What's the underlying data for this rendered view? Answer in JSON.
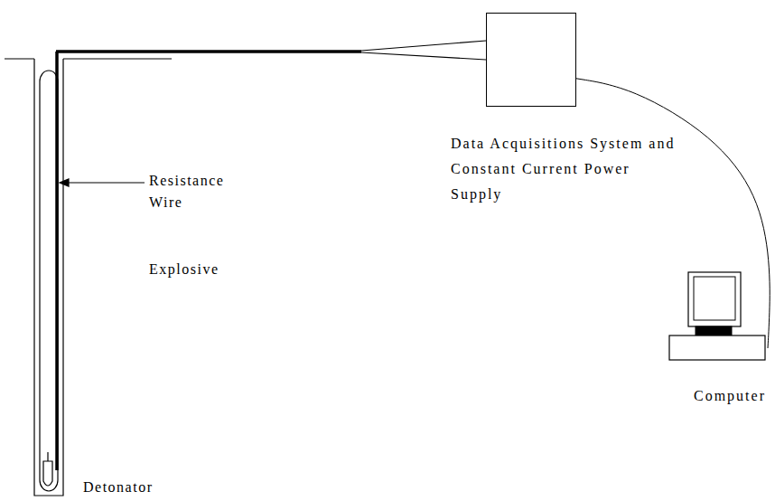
{
  "diagram": {
    "nodes": [
      {
        "text": [
          "Data Acquisitions System and Constant Current Power Supply"
        ]
      },
      {
        "text": [
          "Computer"
        ]
      }
    ],
    "edges": [
      {
        "from": 0,
        "to": 1,
        "arrow": "none"
      }
    ],
    "labels": [
      "Resistance Wire",
      "Explosive",
      "Detonator"
    ]
  }
}
